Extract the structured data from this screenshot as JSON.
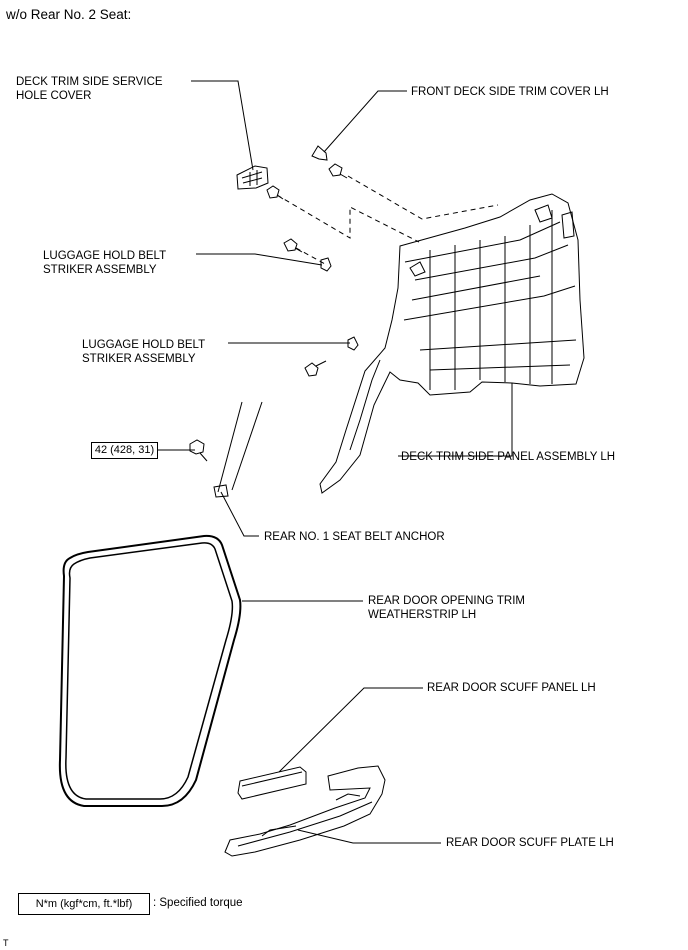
{
  "header": {
    "title": "w/o Rear No. 2 Seat:"
  },
  "labels": {
    "deck_trim_service_hole_cover": [
      "DECK TRIM SIDE SERVICE",
      "HOLE COVER"
    ],
    "front_deck_side_trim_cover": "FRONT DECK SIDE TRIM COVER LH",
    "luggage_hold_belt_striker_1": [
      "LUGGAGE HOLD BELT",
      "STRIKER ASSEMBLY"
    ],
    "luggage_hold_belt_striker_2": [
      "LUGGAGE HOLD BELT",
      "STRIKER ASSEMBLY"
    ],
    "deck_trim_side_panel": "DECK TRIM SIDE PANEL ASSEMBLY LH",
    "rear_seat_belt_anchor": "REAR NO. 1 SEAT BELT ANCHOR",
    "rear_door_weatherstrip": [
      "REAR DOOR OPENING TRIM",
      "WEATHERSTRIP LH"
    ],
    "rear_door_scuff_panel": "REAR DOOR SCUFF PANEL LH",
    "rear_door_scuff_plate": "REAR DOOR SCUFF PLATE LH"
  },
  "torque": {
    "value": "42 (428, 31)"
  },
  "legend": {
    "units": "N*m (kgf*cm, ft.*lbf)",
    "description": ": Specified torque"
  },
  "footer": {
    "mark": "T"
  }
}
